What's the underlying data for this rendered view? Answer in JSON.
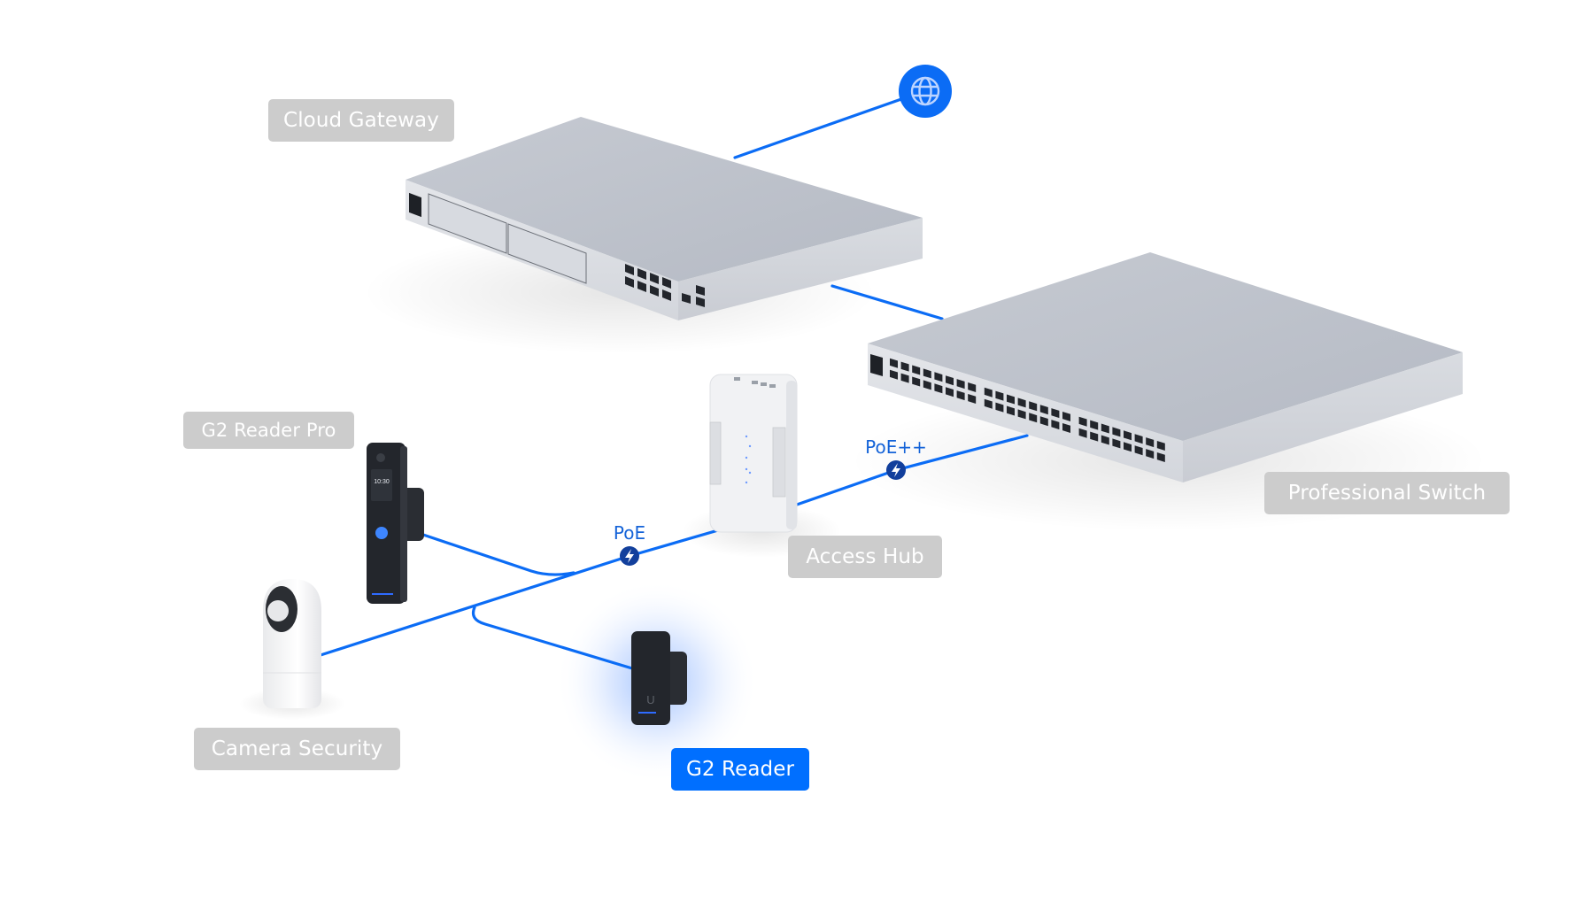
{
  "title": "UniFi Access network topology",
  "colors": {
    "link": "#0b6cf5",
    "poe_badge": "#123f9c",
    "label_bg": "#cccccc",
    "label_active_bg": "#006fff",
    "globe_bg": "#0b6cf5",
    "device_silver": "#c8ccd3",
    "device_dark": "#23262c"
  },
  "nodes": [
    {
      "id": "internet",
      "label": "",
      "icon": "globe-icon"
    },
    {
      "id": "cloud-gateway",
      "label": "Cloud Gateway",
      "active": false
    },
    {
      "id": "professional-switch",
      "label": "Professional Switch",
      "active": false
    },
    {
      "id": "access-hub",
      "label": "Access Hub",
      "active": false
    },
    {
      "id": "g2-reader-pro",
      "label": "G2 Reader Pro",
      "active": false
    },
    {
      "id": "camera-security",
      "label": "Camera Security",
      "active": false
    },
    {
      "id": "g2-reader",
      "label": "G2 Reader",
      "active": true
    }
  ],
  "links": [
    {
      "from": "cloud-gateway",
      "to": "internet",
      "power": ""
    },
    {
      "from": "cloud-gateway",
      "to": "professional-switch",
      "power": ""
    },
    {
      "from": "professional-switch",
      "to": "access-hub",
      "power": "PoE++"
    },
    {
      "from": "access-hub",
      "to": "g2-reader-pro",
      "power": "PoE"
    },
    {
      "from": "access-hub",
      "to": "camera-security",
      "power": "PoE"
    },
    {
      "from": "access-hub",
      "to": "g2-reader",
      "power": "PoE"
    }
  ],
  "labels": {
    "cloud_gateway": "Cloud Gateway",
    "professional_switch": "Professional Switch",
    "access_hub": "Access Hub",
    "g2_reader_pro": "G2 Reader Pro",
    "camera_security": "Camera Security",
    "g2_reader": "G2 Reader",
    "poe_plus": "PoE++",
    "poe": "PoE"
  },
  "reader_pro_screen": {
    "time": "10:30"
  }
}
